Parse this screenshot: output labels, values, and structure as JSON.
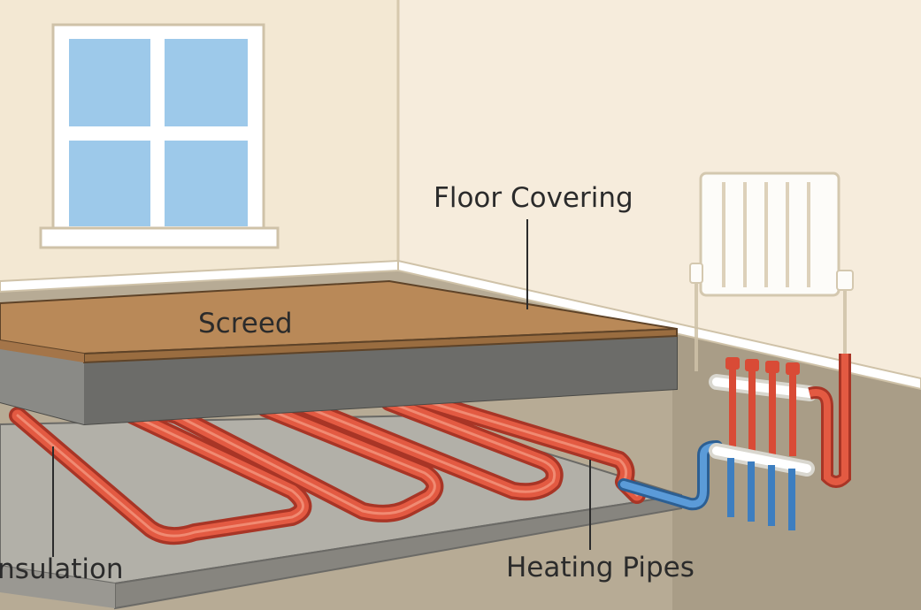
{
  "labels": {
    "floor_covering": "Floor Covering",
    "screed": "Screed",
    "insulation": "Insulation",
    "heating_pipes": "Heating Pipes"
  },
  "colors": {
    "wall": "#f3e8d3",
    "right_wall": "#f6ecdc",
    "floor": "#b7ab95",
    "floor_covering": "#b98958",
    "screed_slab": "#8a8a86",
    "insulation": "#b2b0a8",
    "pipe_red": "#d94b36",
    "pipe_blue": "#3d7ec0",
    "window_glass": "#9dc9ea",
    "frame": "#ffffff"
  }
}
